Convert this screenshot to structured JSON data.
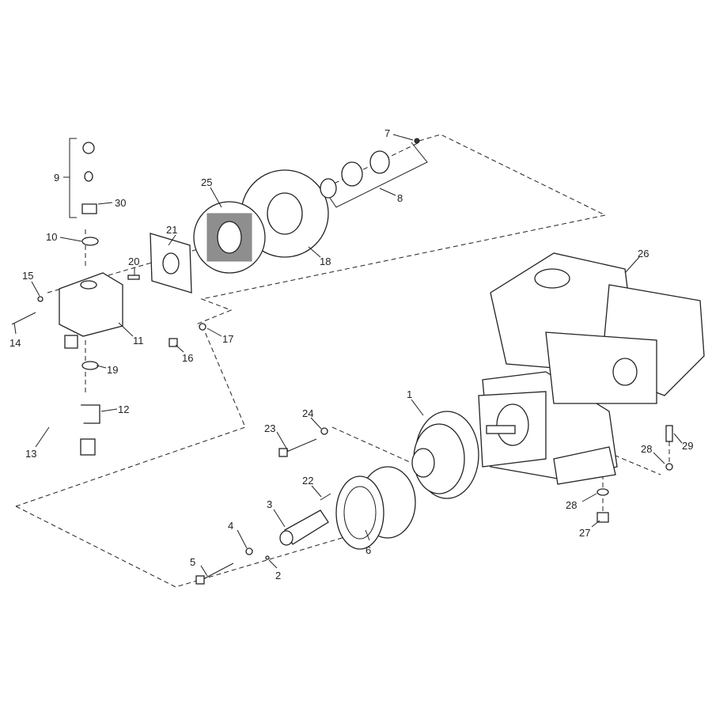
{
  "diagram": {
    "type": "exploded-parts-diagram",
    "callouts": [
      "7",
      "9",
      "30",
      "25",
      "8",
      "10",
      "21",
      "18",
      "20",
      "15",
      "26",
      "11",
      "14",
      "17",
      "16",
      "19",
      "12",
      "1",
      "24",
      "23",
      "13",
      "29",
      "28",
      "22",
      "28",
      "3",
      "4",
      "27",
      "6",
      "5",
      "2"
    ]
  },
  "colors": {
    "line": "#222222",
    "background": "#ffffff"
  }
}
